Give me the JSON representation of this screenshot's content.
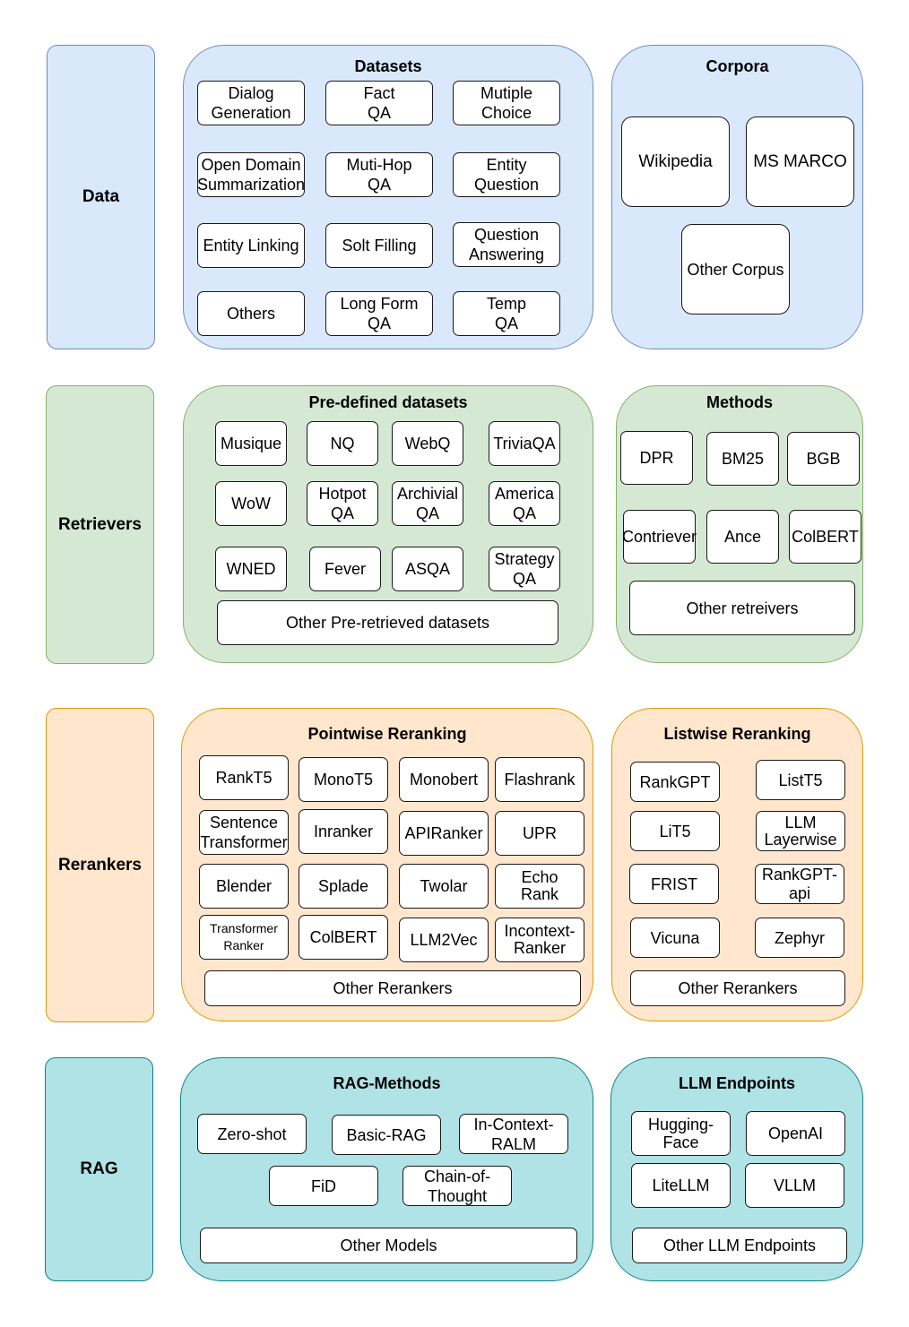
{
  "rows": {
    "data": {
      "label": "Data",
      "datasets": {
        "title": "Datasets",
        "items": [
          "Dialog\nGeneration",
          "Fact\nQA",
          "Mutiple\nChoice",
          "Open Domain\nSummarization",
          "Muti-Hop\nQA",
          "Entity\nQuestion",
          "Entity Linking",
          "Solt Filling",
          "Question\nAnswering",
          "Others",
          "Long Form\nQA",
          "Temp\nQA"
        ]
      },
      "corpora": {
        "title": "Corpora",
        "items": [
          "Wikipedia",
          "MS MARCO",
          "Other Corpus"
        ]
      }
    },
    "retrievers": {
      "label": "Retrievers",
      "predefined": {
        "title": "Pre-defined datasets",
        "items": [
          "Musique",
          "NQ",
          "WebQ",
          "TriviaQA",
          "WoW",
          "Hotpot\nQA",
          "Archivial\nQA",
          "America\nQA",
          "WNED",
          "Fever",
          "ASQA",
          "Strategy\nQA",
          "Other Pre-retrieved datasets"
        ]
      },
      "methods": {
        "title": "Methods",
        "items": [
          "DPR",
          "BM25",
          "BGB",
          "Contriever",
          "Ance",
          "ColBERT",
          "Other retreivers"
        ]
      }
    },
    "rerankers": {
      "label": "Rerankers",
      "pointwise": {
        "title": "Pointwise Reranking",
        "items": [
          "RankT5",
          "MonoT5",
          "Monobert",
          "Flashrank",
          "Sentence\nTransformer",
          "Inranker",
          "APIRanker",
          "UPR",
          "Blender",
          "Splade",
          "Twolar",
          "Echo\nRank",
          "Transformer\nRanker",
          "ColBERT",
          "LLM2Vec",
          "Incontext-\nRanker",
          "Other Rerankers"
        ]
      },
      "listwise": {
        "title": "Listwise Reranking",
        "items": [
          "RankGPT",
          "ListT5",
          "LiT5",
          "LLM\nLayerwise",
          "FRIST",
          "RankGPT-\napi",
          "Vicuna",
          "Zephyr",
          "Other Rerankers"
        ]
      }
    },
    "rag": {
      "label": "RAG",
      "methods": {
        "title": "RAG-Methods",
        "items": [
          "Zero-shot",
          "Basic-RAG",
          "In-Context-\nRALM",
          "FiD",
          "Chain-of-\nThought",
          "Other Models"
        ]
      },
      "endpoints": {
        "title": "LLM Endpoints",
        "items": [
          "Hugging-\nFace",
          "OpenAI",
          "LiteLLM",
          "VLLM",
          "Other LLM Endpoints"
        ]
      }
    }
  },
  "colors": {
    "data_fill": "#dae8fc",
    "data_stroke": "#6c8ebf",
    "retrievers_fill": "#d5e8d4",
    "retrievers_stroke": "#82b366",
    "rerankers_fill": "#ffe6cc",
    "rerankers_stroke": "#d79b00",
    "rag_fill": "#b0e3e6",
    "rag_stroke": "#0e8088"
  }
}
